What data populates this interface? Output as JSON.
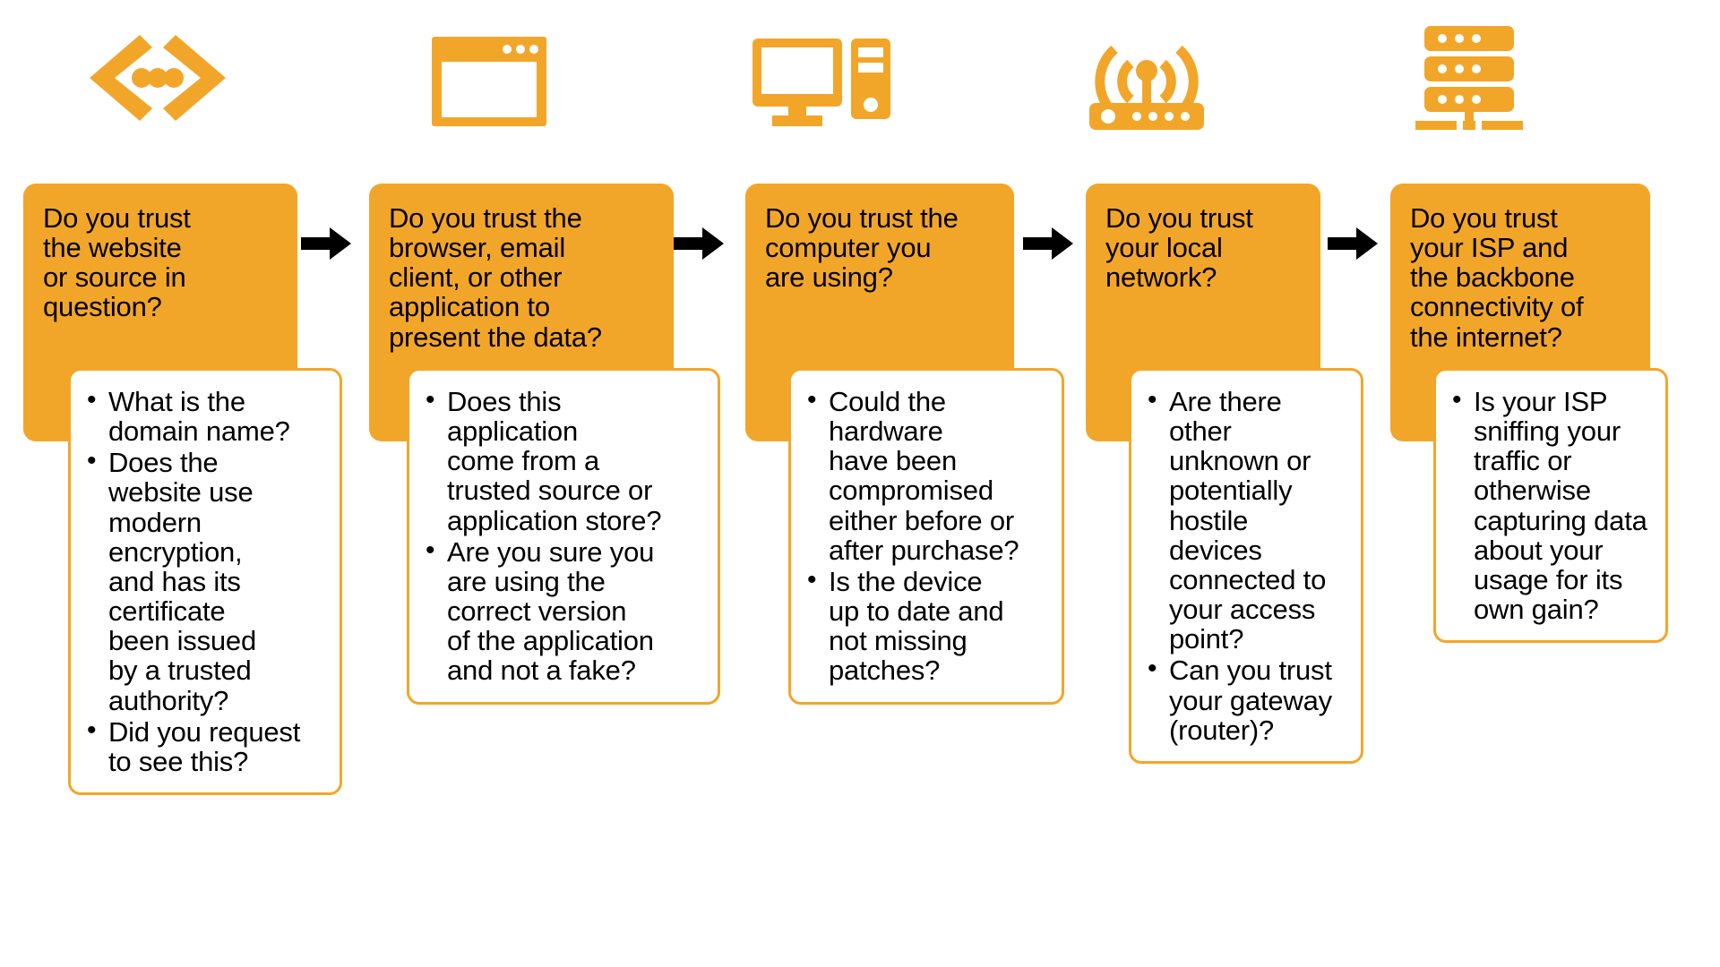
{
  "diagram": {
    "title": "Chain of trust questions",
    "accent_color": "#F2A629",
    "text_color": "#000000",
    "background_color": "#FFFFFF",
    "arrow_color": "#000000",
    "arrow_label": "flows-to"
  },
  "steps": [
    {
      "icon": "code-brackets-icon",
      "question": "Do you trust\nthe website\nor source in\nquestion?",
      "bullets": [
        "What is the\ndomain name?",
        "Does the\nwebsite use\nmodern\nencryption,\nand has its\ncertificate\nbeen issued\nby a trusted\nauthority?",
        "Did you request\nto see this?"
      ]
    },
    {
      "icon": "browser-window-icon",
      "question": "Do you trust the\nbrowser, email\nclient, or other\napplication to\npresent the data?",
      "bullets": [
        "Does this\napplication\ncome from a\ntrusted source or\napplication store?",
        "Are you sure you\nare using the\ncorrect version\nof the application\nand not a fake?"
      ]
    },
    {
      "icon": "desktop-computer-icon",
      "question": "Do you trust the\ncomputer you\nare using?",
      "bullets": [
        "Could the\nhardware\nhave been\ncompromised\neither before or\nafter purchase?",
        "Is the device\nup to date and\nnot missing\npatches?"
      ]
    },
    {
      "icon": "wireless-router-icon",
      "question": "Do you trust\nyour local\nnetwork?",
      "bullets": [
        "Are there\nother\nunknown or\npotentially\nhostile\ndevices\nconnected to\nyour access\npoint?",
        "Can you trust\nyour gateway\n(router)?"
      ]
    },
    {
      "icon": "server-rack-icon",
      "question": "Do you trust\nyour ISP and\nthe backbone\nconnectivity of\nthe internet?",
      "bullets": [
        "Is your ISP\nsniffing your\ntraffic or\notherwise\ncapturing data\nabout your\nusage for its\nown gain?"
      ]
    }
  ]
}
